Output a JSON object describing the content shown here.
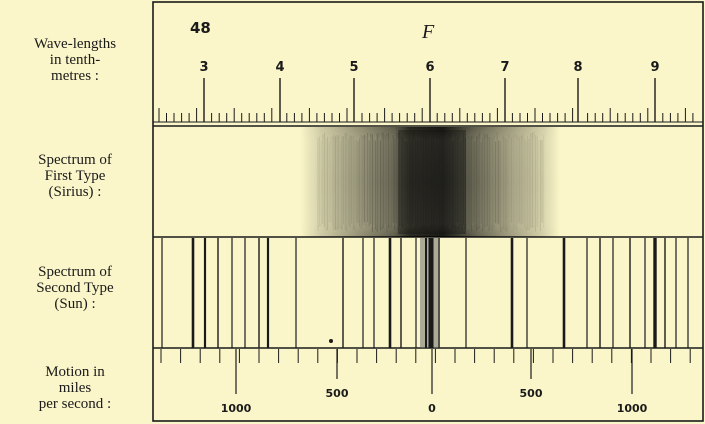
{
  "figure_number": "48",
  "line_letter": "F",
  "labels": {
    "wavelength": [
      "Wave-lengths",
      "in tenth-",
      "metres :"
    ],
    "first_type": [
      "Spectrum of",
      "First Type",
      "(Sirius) :"
    ],
    "second_type": [
      "Spectrum of",
      "Second Type",
      "(Sun) :"
    ],
    "motion": [
      "Motion in",
      "miles",
      "per second :"
    ]
  },
  "wavelength_ticks": [
    "3",
    "4",
    "5",
    "6",
    "7",
    "8",
    "9"
  ],
  "motion_ticks": [
    "1000",
    "500",
    "0",
    "500",
    "1000"
  ],
  "colors": {
    "background": "#fbf6c9",
    "ink": "#1a1a1a"
  }
}
